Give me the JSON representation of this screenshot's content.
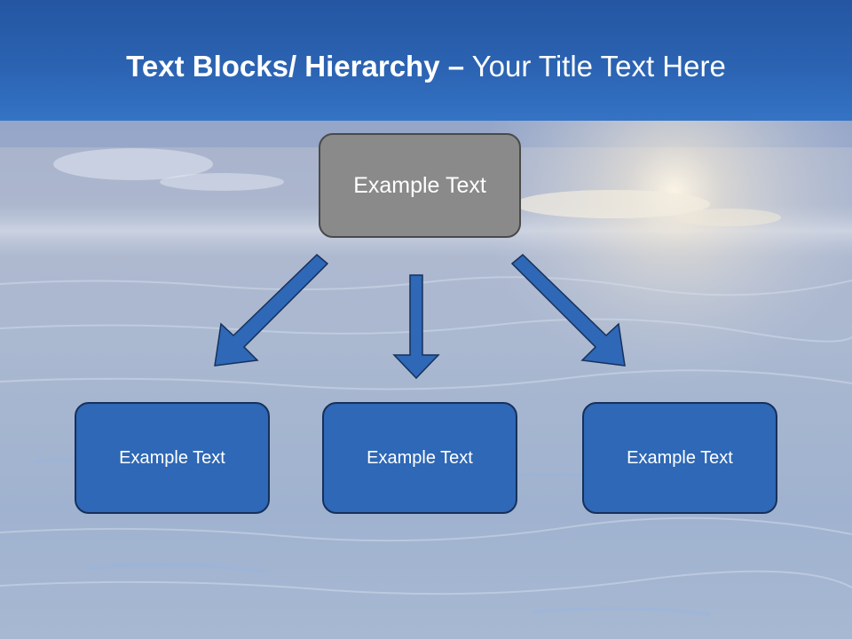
{
  "slide": {
    "title_bold": "Text Blocks/ Hierarchy",
    "title_dash": "–",
    "title_rest": "Your Title Text Here"
  },
  "hierarchy": {
    "root": {
      "label": "Example Text",
      "color": "#8a8a8a"
    },
    "children": [
      {
        "label": "Example Text",
        "color": "#2e68b6"
      },
      {
        "label": "Example Text",
        "color": "#2e68b6"
      },
      {
        "label": "Example Text",
        "color": "#2e68b6"
      }
    ]
  },
  "colors": {
    "header": "#2b63b2",
    "arrow": "#2e68b6",
    "arrow_outline": "#17305a"
  }
}
